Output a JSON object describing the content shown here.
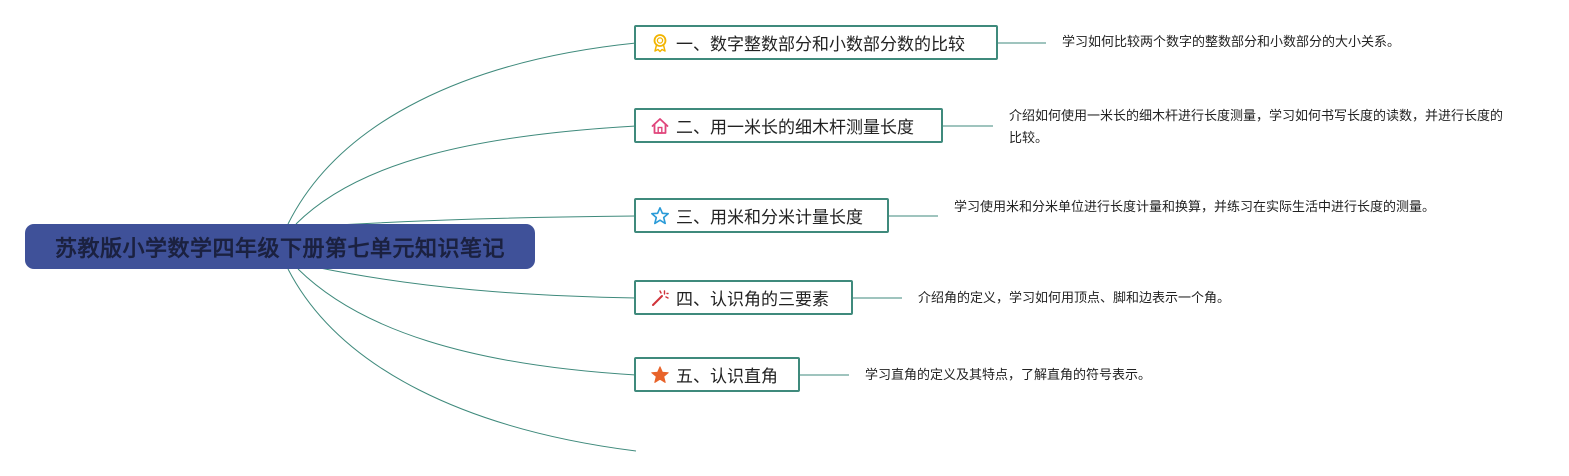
{
  "root": {
    "title": "苏教版小学数学四年级下册第七单元知识笔记"
  },
  "branches": [
    {
      "label": "一、数字整数部分和小数部分数的比较",
      "icon": "award-ribbon-icon",
      "icon_color": "#f2b400",
      "description": "学习如何比较两个数字的整数部分和小数部分的大小关系。"
    },
    {
      "label": "二、用一米长的细木杆测量长度",
      "icon": "house-icon",
      "icon_color": "#e0457b",
      "description": "介绍如何使用一米长的细木杆进行长度测量，学习如何书写长度的读数，并进行长度的比较。"
    },
    {
      "label": "三、用米和分米计量长度",
      "icon": "star-outline-icon",
      "icon_color": "#2a9bd8",
      "description": "学习使用米和分米单位进行长度计量和换算，并练习在实际生活中进行长度的测量。"
    },
    {
      "label": "四、认识角的三要素",
      "icon": "magic-wand-icon",
      "icon_color": "#d0323a",
      "description": "介绍角的定义，学习如何用顶点、脚和边表示一个角。"
    },
    {
      "label": "五、认识直角",
      "icon": "star-filled-icon",
      "icon_color": "#e8632a",
      "description": "学习直角的定义及其特点，了解直角的符号表示。"
    }
  ],
  "colors": {
    "root_bg": "#3f5199",
    "root_text": "#1b2140",
    "branch_border": "#3f8a7c",
    "line": "#3f8a7c"
  }
}
